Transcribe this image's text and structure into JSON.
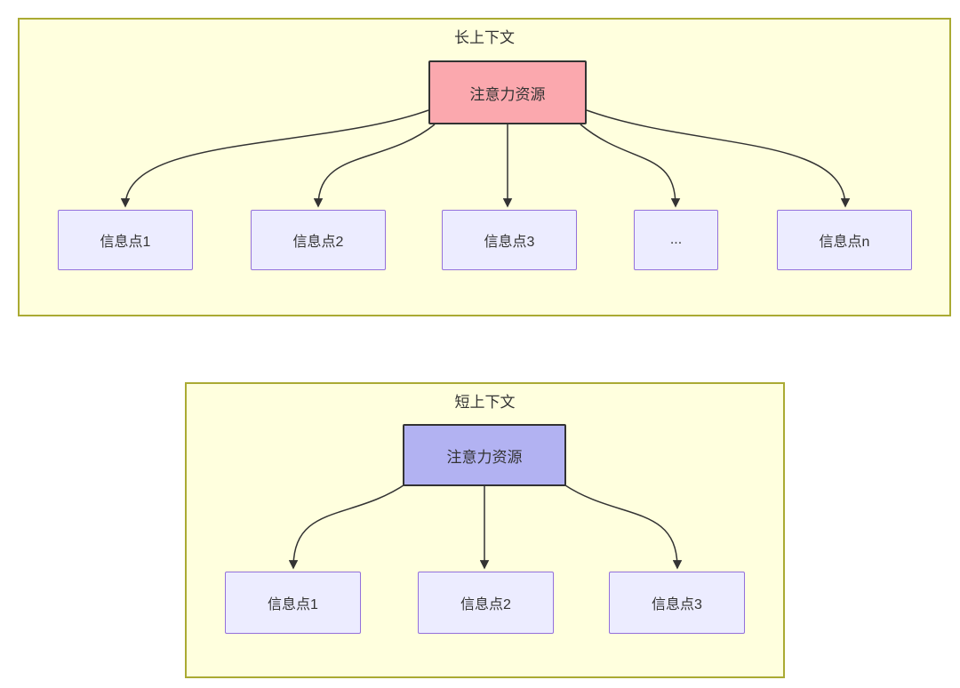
{
  "diagram": {
    "top": {
      "title": "长上下文",
      "source_label": "注意力资源",
      "targets": [
        "信息点1",
        "信息点2",
        "信息点3",
        "...",
        "信息点n"
      ]
    },
    "bottom": {
      "title": "短上下文",
      "source_label": "注意力资源",
      "targets": [
        "信息点1",
        "信息点2",
        "信息点3"
      ]
    },
    "colors": {
      "container_fill": "#ffffde",
      "container_border": "#aaaa33",
      "node_fill": "#ececff",
      "node_border": "#9370db",
      "source_top_fill": "#fba8ae",
      "source_bottom_fill": "#b2b2f2",
      "source_border": "#333333",
      "arrow": "#333333",
      "text": "#333333"
    }
  }
}
